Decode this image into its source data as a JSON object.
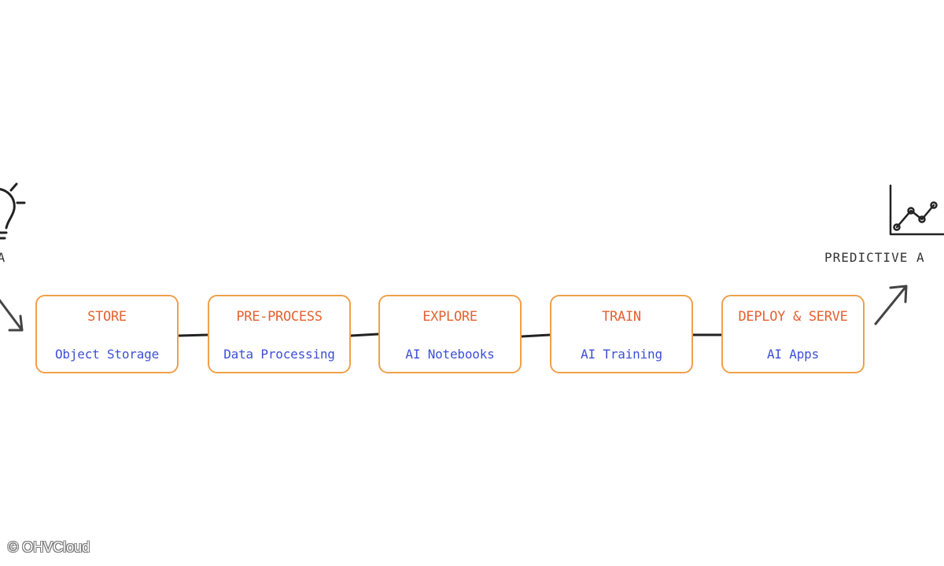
{
  "diagram": {
    "start": {
      "label": "EA",
      "icon": "lightbulb-icon"
    },
    "end": {
      "label": "PREDICTIVE A",
      "icon": "line-chart-icon"
    },
    "stages": [
      {
        "title": "STORE",
        "service": "Object Storage"
      },
      {
        "title": "PRE-PROCESS",
        "service": "Data Processing"
      },
      {
        "title": "EXPLORE",
        "service": "AI Notebooks"
      },
      {
        "title": "TRAIN",
        "service": "AI Training"
      },
      {
        "title": "DEPLOY & SERVE",
        "service": "AI Apps"
      }
    ]
  },
  "colors": {
    "box_border": "#f0a04b",
    "title": "#e5612f",
    "service": "#3d4fd6",
    "lines": "#222222"
  },
  "watermark": "© OHVCloud"
}
